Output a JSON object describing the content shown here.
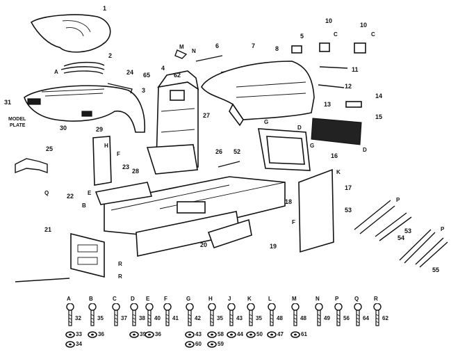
{
  "callouts": {
    "n1": "1",
    "n2": "2",
    "n3": "3",
    "n4": "4",
    "n5": "5",
    "n6": "6",
    "n7": "7",
    "n8": "8",
    "n10": "10",
    "n11": "11",
    "n12": "12",
    "n13": "13",
    "n14": "14",
    "n15": "15",
    "n16": "16",
    "n17": "17",
    "n18": "18",
    "n19": "19",
    "n20": "20",
    "n21": "21",
    "n22": "22",
    "n23": "23",
    "n24": "24",
    "n25": "25",
    "n26": "26",
    "n27": "27",
    "n28": "28",
    "n29": "29",
    "n30": "30",
    "n31": "31",
    "n52": "52",
    "n53": "53",
    "n54": "54",
    "n55": "55",
    "n62": "62",
    "n65": "65"
  },
  "model_plate": {
    "line1": "MODEL",
    "line2": "PLATE"
  },
  "letters": {
    "A": "A",
    "B": "B",
    "C": "C",
    "D": "D",
    "E": "E",
    "F": "F",
    "G": "G",
    "H": "H",
    "J": "J",
    "K": "K",
    "L": "L",
    "M": "M",
    "N": "N",
    "P": "P",
    "Q": "Q",
    "R": "R"
  },
  "hardware": [
    {
      "letter": "A",
      "bolt": "32",
      "part2": "33",
      "part3": "34"
    },
    {
      "letter": "B",
      "bolt": "35",
      "part2": "36",
      "part3": ""
    },
    {
      "letter": "C",
      "bolt": "37",
      "part2": "",
      "part3": ""
    },
    {
      "letter": "D",
      "bolt": "38",
      "part2": "39",
      "part3": ""
    },
    {
      "letter": "E",
      "bolt": "40",
      "part2": "36",
      "part3": ""
    },
    {
      "letter": "F",
      "bolt": "41",
      "part2": "",
      "part3": ""
    },
    {
      "letter": "G",
      "bolt": "42",
      "part2": "43",
      "part3": "60"
    },
    {
      "letter": "H",
      "bolt": "35",
      "part2": "58",
      "part3": "59"
    },
    {
      "letter": "J",
      "bolt": "43",
      "part2": "44",
      "part3": ""
    },
    {
      "letter": "K",
      "bolt": "35",
      "part2": "50",
      "part3": ""
    },
    {
      "letter": "L",
      "bolt": "48",
      "part2": "47",
      "part3": ""
    },
    {
      "letter": "M",
      "bolt": "48",
      "part2": "61",
      "part3": ""
    },
    {
      "letter": "N",
      "bolt": "49",
      "part2": "",
      "part3": ""
    },
    {
      "letter": "P",
      "bolt": "56",
      "part2": "",
      "part3": ""
    },
    {
      "letter": "Q",
      "bolt": "64",
      "part2": "",
      "part3": ""
    },
    {
      "letter": "R",
      "bolt": "62",
      "part2": "",
      "part3": ""
    }
  ]
}
